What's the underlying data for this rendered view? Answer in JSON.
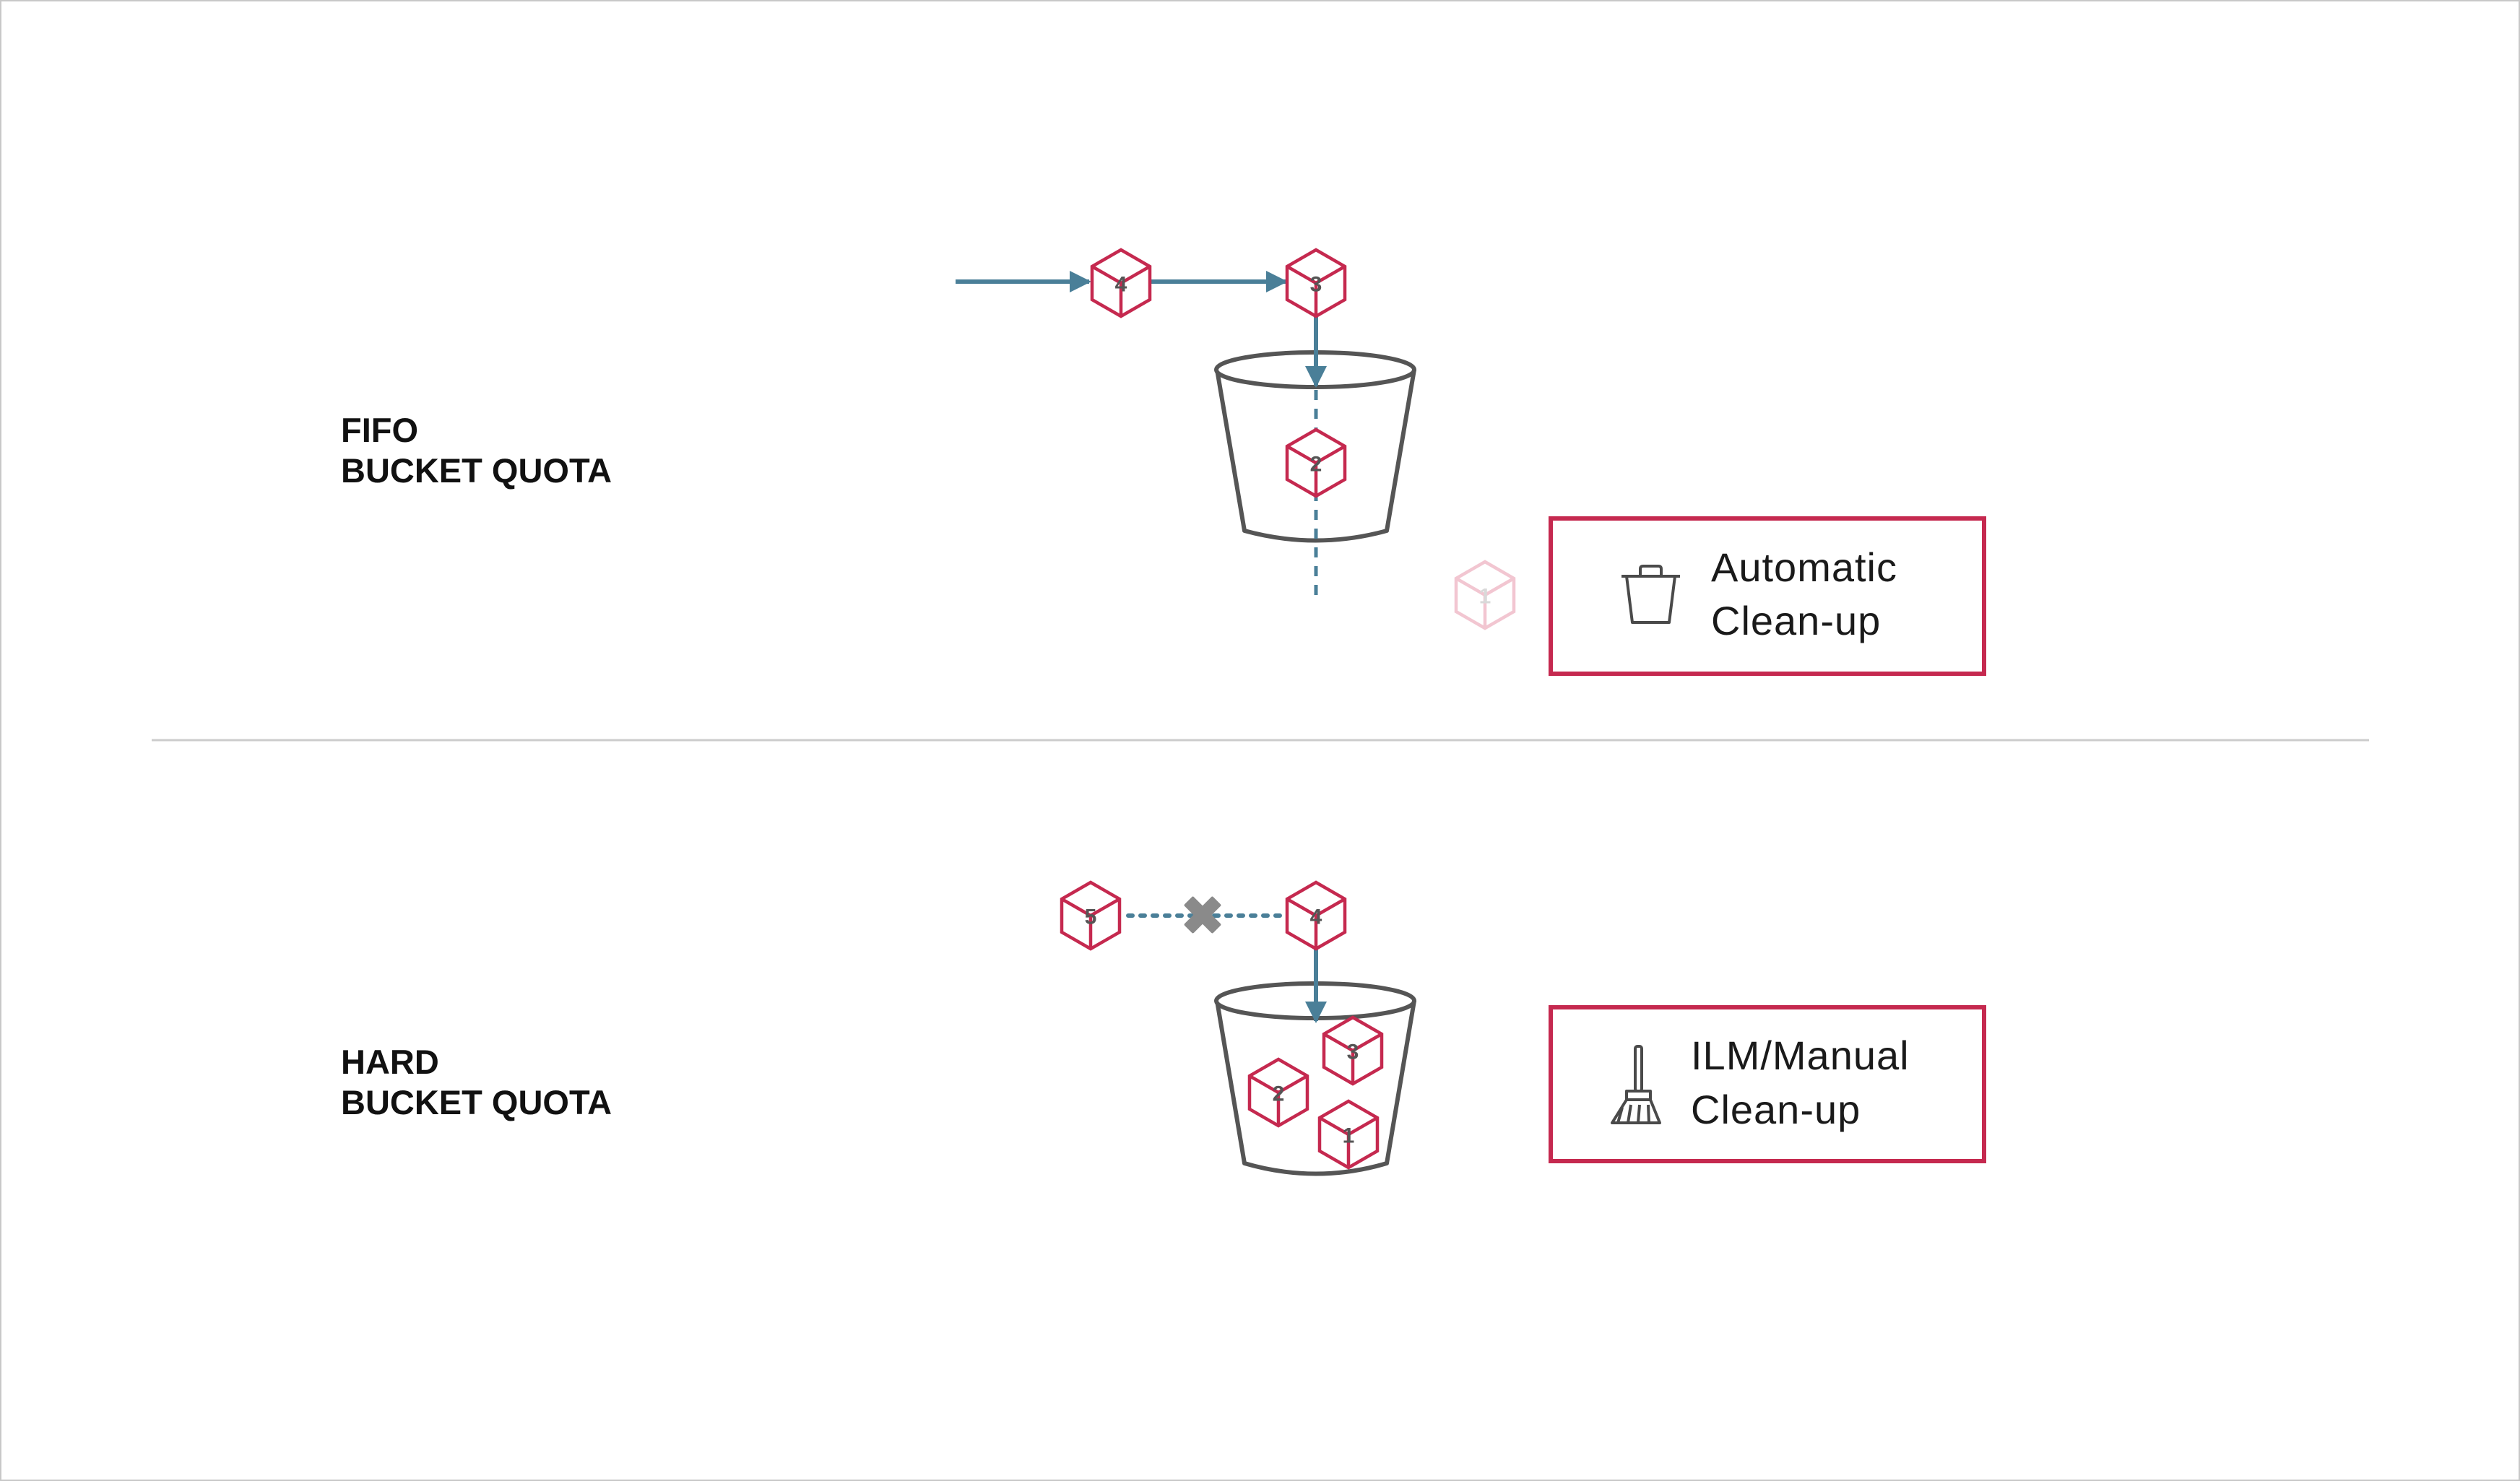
{
  "sections": {
    "fifo": {
      "title_line1": "FIFO",
      "title_line2": "BUCKET QUOTA",
      "cubes": [
        "4",
        "3",
        "2",
        "1"
      ],
      "box_line1": "Automatic",
      "box_line2": "Clean-up",
      "box_icon": "trash-icon"
    },
    "hard": {
      "title_line1": "HARD",
      "title_line2": "BUCKET QUOTA",
      "cubes": [
        "5",
        "4",
        "3",
        "2",
        "1"
      ],
      "box_line1": "ILM/Manual",
      "box_line2": "Clean-up",
      "box_icon": "broom-icon",
      "blocked_icon": "x-icon"
    }
  },
  "colors": {
    "accent": "#c5294f",
    "faded_accent": "#f2c6d1",
    "arrow": "#4a7f98",
    "bucket": "#555555",
    "divider": "#cccccc",
    "blocked": "#8a8a8a"
  }
}
